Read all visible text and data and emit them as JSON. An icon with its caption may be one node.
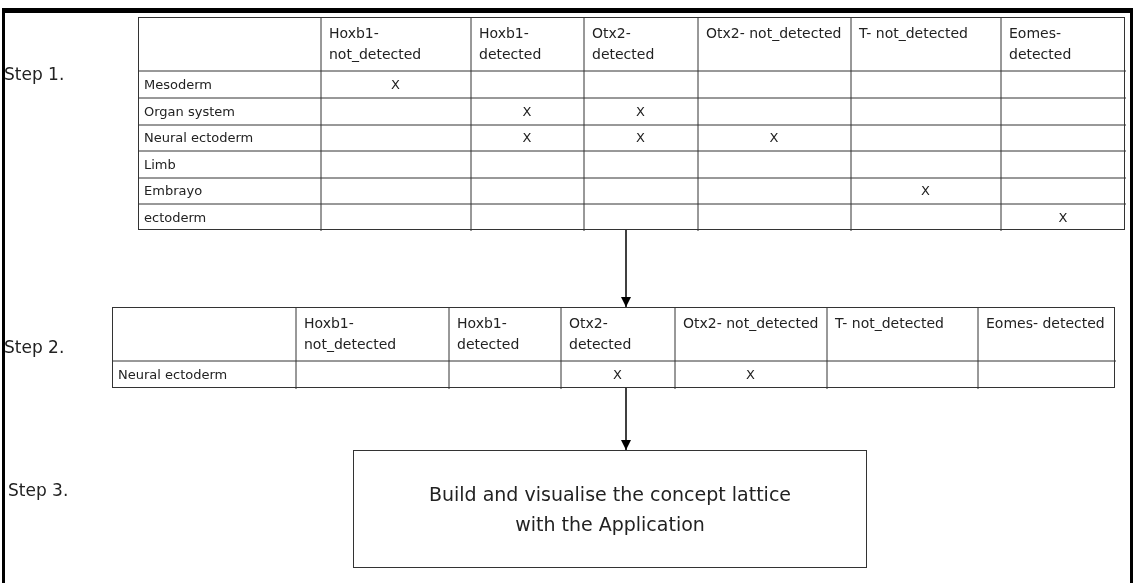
{
  "diagram": {
    "nodes": [
      {
        "text": [
          "Hoxb1- not_detected",
          "Hoxb1- detected",
          "Otx2- detected",
          "Otx2- not_detected",
          "T- not_detected",
          "Eomes- detected",
          "Mesoderm",
          "X",
          "Organ system",
          "X",
          "X",
          "Neural ectoderm",
          "X",
          "X",
          "X",
          "Limb",
          "Embrayo",
          "X",
          "ectoderm",
          "X"
        ]
      },
      {
        "text": [
          "Hoxb1- not_detected",
          "Hoxb1- detected",
          "Otx2- detected",
          "Otx2- not_detected",
          "T- not_detected",
          "Eomes- detected",
          "Neural ectoderm",
          "X",
          "X"
        ]
      },
      {
        "text": [
          "Build and visualise the concept lattice with the Application"
        ]
      }
    ],
    "edges": [
      {
        "from": 0,
        "to": 1,
        "arrow": "to"
      },
      {
        "from": 1,
        "to": 2,
        "arrow": "to"
      }
    ],
    "labels": [
      "Step 1.",
      "Step 2.",
      "Step 3."
    ]
  }
}
